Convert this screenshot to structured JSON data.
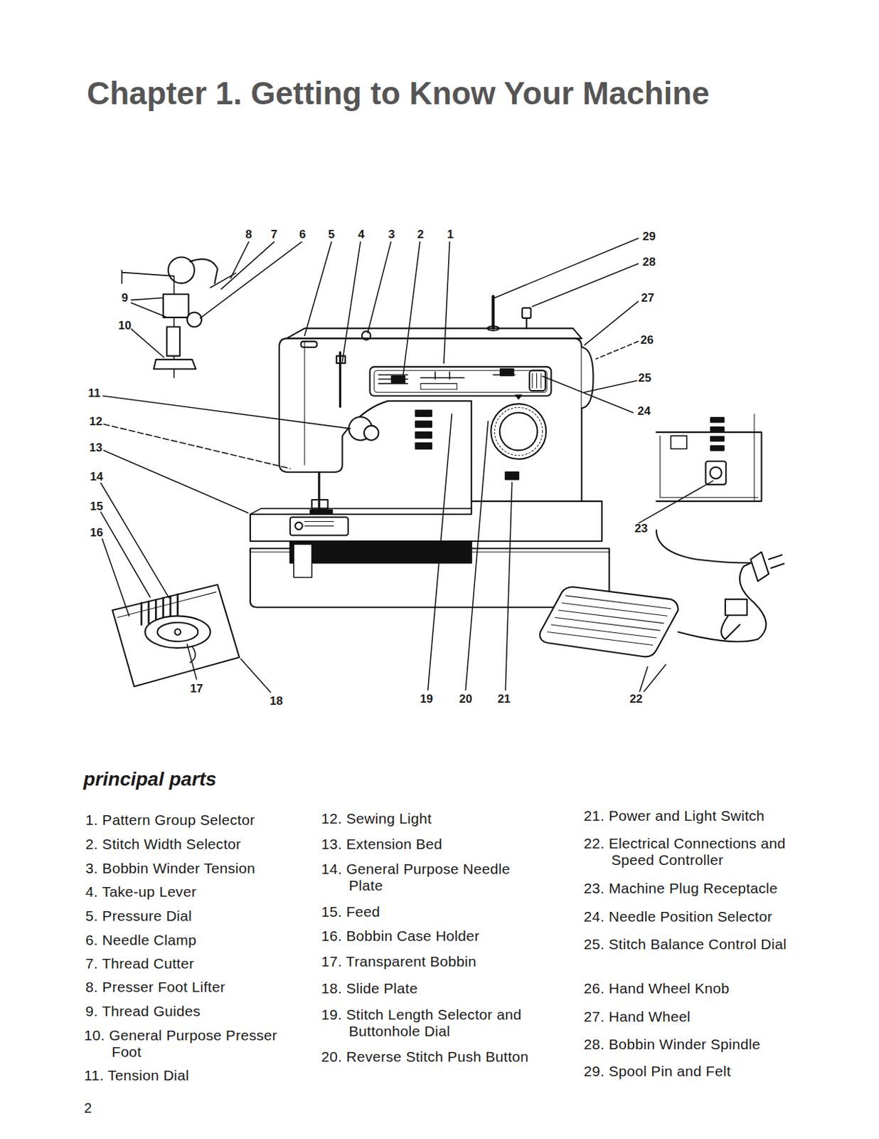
{
  "diagram": {
    "title": "Chapter 1.  Getting to Know Your Machine",
    "labels": [
      "8",
      "7",
      "6",
      "5",
      "4",
      "3",
      "2",
      "1",
      "29",
      "28",
      "27",
      "26",
      "25",
      "24",
      "9",
      "10",
      "11",
      "12",
      "13",
      "14",
      "15",
      "16",
      "23",
      "17",
      "18",
      "19",
      "20",
      "21",
      "22",
      "principal parts",
      "1. Pattern Group Selector",
      "2. Stitch Width Selector",
      "3. Bobbin Winder Tension",
      "4. Take-up Lever",
      "5. Pressure Dial",
      "6. Needle Clamp",
      "7. Thread Cutter",
      "8. Presser Foot Lifter",
      "9. Thread Guides",
      "10. General Purpose Presser Foot",
      "11. Tension Dial",
      "12. Sewing Light",
      "13. Extension Bed",
      "14. General Purpose Needle Plate",
      "15. Feed",
      "16. Bobbin Case Holder",
      "17. Transparent Bobbin",
      "18. Slide Plate",
      "19. Stitch Length Selector and Buttonhole Dial",
      "20. Reverse Stitch Push Button",
      "21. Power and Light Switch",
      "22. Electrical Connections and Speed Controller",
      "23. Machine Plug Receptacle",
      "24. Needle Position Selector",
      "25. Stitch Balance Control Dial",
      "26. Hand Wheel Knob",
      "27. Hand Wheel",
      "28. Bobbin Winder Spindle",
      "29. Spool Pin and Felt",
      "2"
    ]
  }
}
